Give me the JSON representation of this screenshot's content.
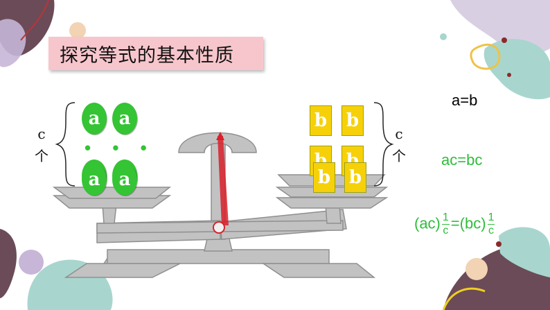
{
  "title": "探究等式的基本性质",
  "equations": {
    "eq1": "a=b",
    "eq2": "ac=bc",
    "eq3_left": "(ac)",
    "eq3_eq": "=",
    "eq3_right": "(bc)",
    "frac_num": "1",
    "frac_den": "c"
  },
  "left_group": {
    "count_label": "c",
    "unit_label": "个",
    "chip_label": "a",
    "ellipsis": "• • •"
  },
  "right_group": {
    "count_label": "c",
    "unit_label": "个",
    "chip_label": "b"
  },
  "colors": {
    "title_bg": "#f7c6cc",
    "chip_a": "#34c434",
    "chip_b": "#f6d10a",
    "equation_green": "#2ebd3a",
    "pointer": "#d9202a",
    "scale_gray": "#b8b8b8"
  }
}
